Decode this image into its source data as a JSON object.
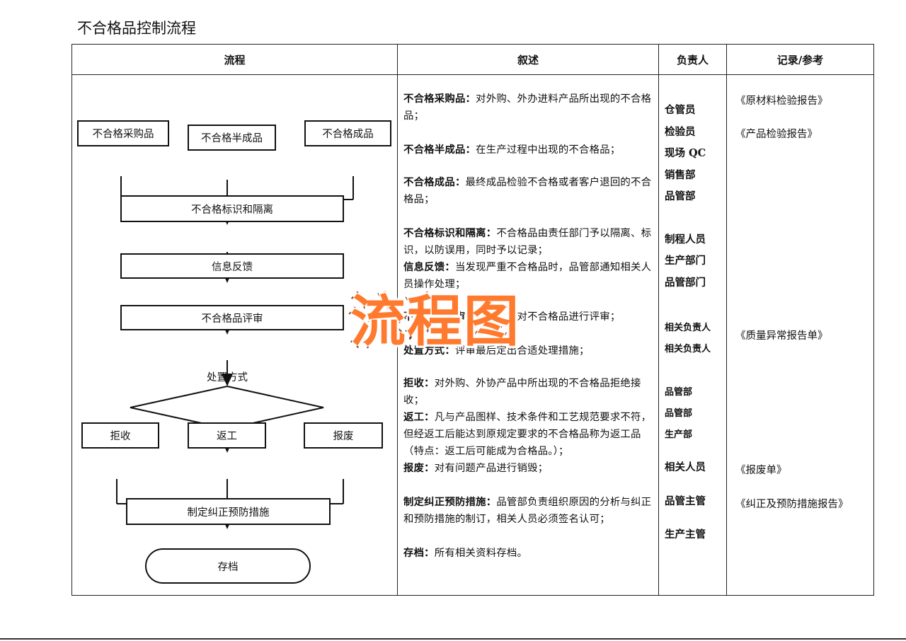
{
  "title": "不合格品控制流程",
  "headers": [
    "流程",
    "叙述",
    "负责人",
    "记录/参考"
  ],
  "flow": {
    "purchased": "不合格采购品",
    "semi": "不合格半成品",
    "finished": "不合格成品",
    "identify": "不合格标识和隔离",
    "feedback": "信息反馈",
    "review": "不合格品评审",
    "disposal": "处置方式",
    "reject": "拒收",
    "rework": "返工",
    "scrap": "报废",
    "corrective": "制定纠正预防措施",
    "archive": "存档"
  },
  "descriptions": [
    {
      "term": "不合格采购品：",
      "text": "对外购、外办进料产品所出现的不合格品；"
    },
    {
      "term": "不合格半成品：",
      "text": "在生产过程中出现的不合格品；"
    },
    {
      "term": "不合格成品：",
      "text": "最终成品检验不合格或者客户退回的不合格品；"
    },
    {
      "term": "不合格标识和隔离：",
      "text": "不合格品由责任部门予以隔离、标识，以防误用，同时予以记录；"
    },
    {
      "term": "信息反馈：",
      "text": "当发现严重不合格品时，品管部通知相关人员操作处理；"
    },
    {
      "term": "不合格品评审：",
      "text": "相关人员对不合格品进行评审；"
    },
    {
      "term": "处置方式：",
      "text": "评审最后定出合适处理措施；"
    },
    {
      "term": "拒收：",
      "text": "对外购、外协产品中所出现的不合格品拒绝接收；"
    },
    {
      "term": "返工：",
      "text": "凡与产品图样、技术条件和工艺规范要求不符，但经返工后能达到原规定要求的不合格品称为返工品（特点：返工后可能成为合格品。）；"
    },
    {
      "term": "报废：",
      "text": "对有问题产品进行销毁；"
    },
    {
      "term": "制定纠正预防措施：",
      "text": "品管部负责组织原因的分析与纠正和预防措施的制订，相关人员必须签名认可；"
    },
    {
      "term": "存档：",
      "text": "所有相关资料存档。"
    }
  ],
  "responsible": [
    "仓管员",
    "检验员",
    "现场 QC",
    "销售部",
    "品管部",
    "制程人员",
    "生产部门",
    "品管部门",
    "相关负责人",
    "相关负责人",
    "品管部",
    "品管部",
    "生产部",
    "相关人员",
    "品管主管",
    "生产主管"
  ],
  "records": [
    "《原材料检验报告》",
    "《产品检验报告》",
    "《质量异常报告单》",
    "《报废单》",
    "《纠正及预防措施报告》"
  ],
  "overlay": "流程图"
}
